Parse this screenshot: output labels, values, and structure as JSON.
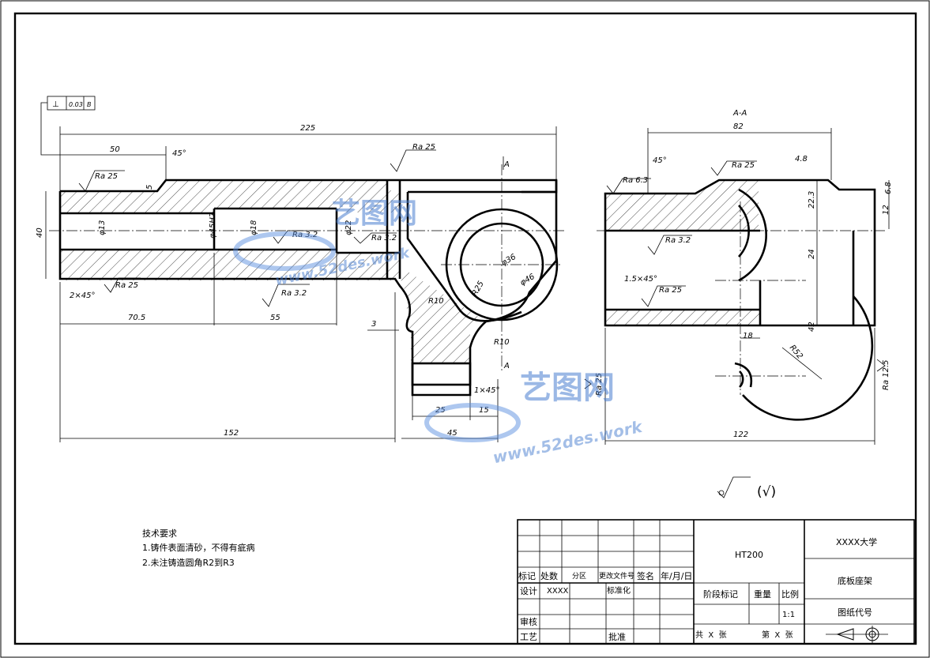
{
  "drawing": {
    "section_label": "A-A",
    "section_mark_top": "A",
    "section_mark_bottom": "A",
    "tolerance_frame": {
      "symbol": "⊥",
      "value": "0.03",
      "datum": "B"
    },
    "front_view_dims": [
      "225",
      "50",
      "45°",
      "5",
      "40",
      "φ13",
      "φ18",
      "φ45H7",
      "φ22",
      "70.5",
      "55",
      "152",
      "3",
      "25",
      "15",
      "45",
      "R10",
      "R10",
      "R25",
      "φ36",
      "φ46",
      "2×45°",
      "1×45°"
    ],
    "front_view_roughness": [
      "Ra 25",
      "Ra 25",
      "Ra 25",
      "Ra 3.2",
      "Ra 3.2",
      "Ra 3.2",
      "Ra 25"
    ],
    "side_view_dims": [
      "82",
      "45°",
      "4.8",
      "6.8",
      "22.3",
      "12",
      "24",
      "42",
      "R52",
      "18",
      "122",
      "1.5×45°"
    ],
    "side_view_roughness": [
      "Ra 6.3",
      "Ra 25",
      "Ra 3.2",
      "Ra 25",
      "Ra 12.5"
    ],
    "general_roughness": "(√)"
  },
  "notes": {
    "title": "技术要求",
    "items": [
      "1.铸件表面清砂，不得有疵病",
      "2.未注铸造圆角R2到R3"
    ]
  },
  "title_block": {
    "material": "HT200",
    "school": "XXXX大学",
    "part_name": "底板座架",
    "drawing_no_label": "图纸代号",
    "header_labels": [
      "标记",
      "处数",
      "分区",
      "更改文件号",
      "签名",
      "年/月/日"
    ],
    "design_label": "设计",
    "designer": "XXXX",
    "standardize_label": "标准化",
    "review_label": "审核",
    "process_label": "工艺",
    "approve_label": "批准",
    "stage_label": "阶段标记",
    "weight_label": "重量",
    "scale_label": "比例",
    "scale_value": "1:1",
    "total_sheets": "共  X  张",
    "sheet_no": "第  X  张"
  },
  "watermark": {
    "brand": "艺图网",
    "url": "www.52des.work"
  }
}
